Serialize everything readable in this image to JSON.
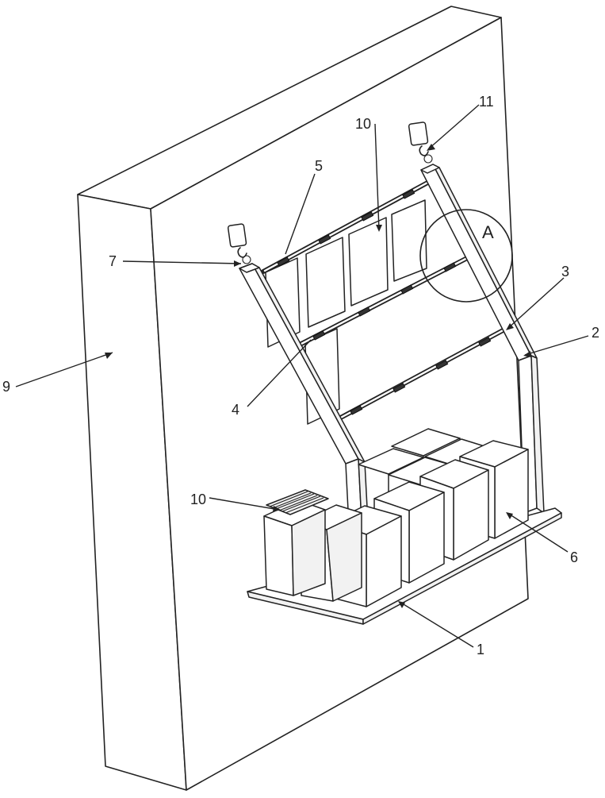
{
  "figure": {
    "labels": {
      "base_plate": "1",
      "frame": "2",
      "lower_rod": "3",
      "middle_rod": "4",
      "upper_rod": "5",
      "storage_boxes": "6",
      "left_hook": "7",
      "wall": "9",
      "hanging_sheets": "10",
      "box_sheets": "10",
      "right_hook": "11",
      "detail_callout": "A"
    }
  }
}
